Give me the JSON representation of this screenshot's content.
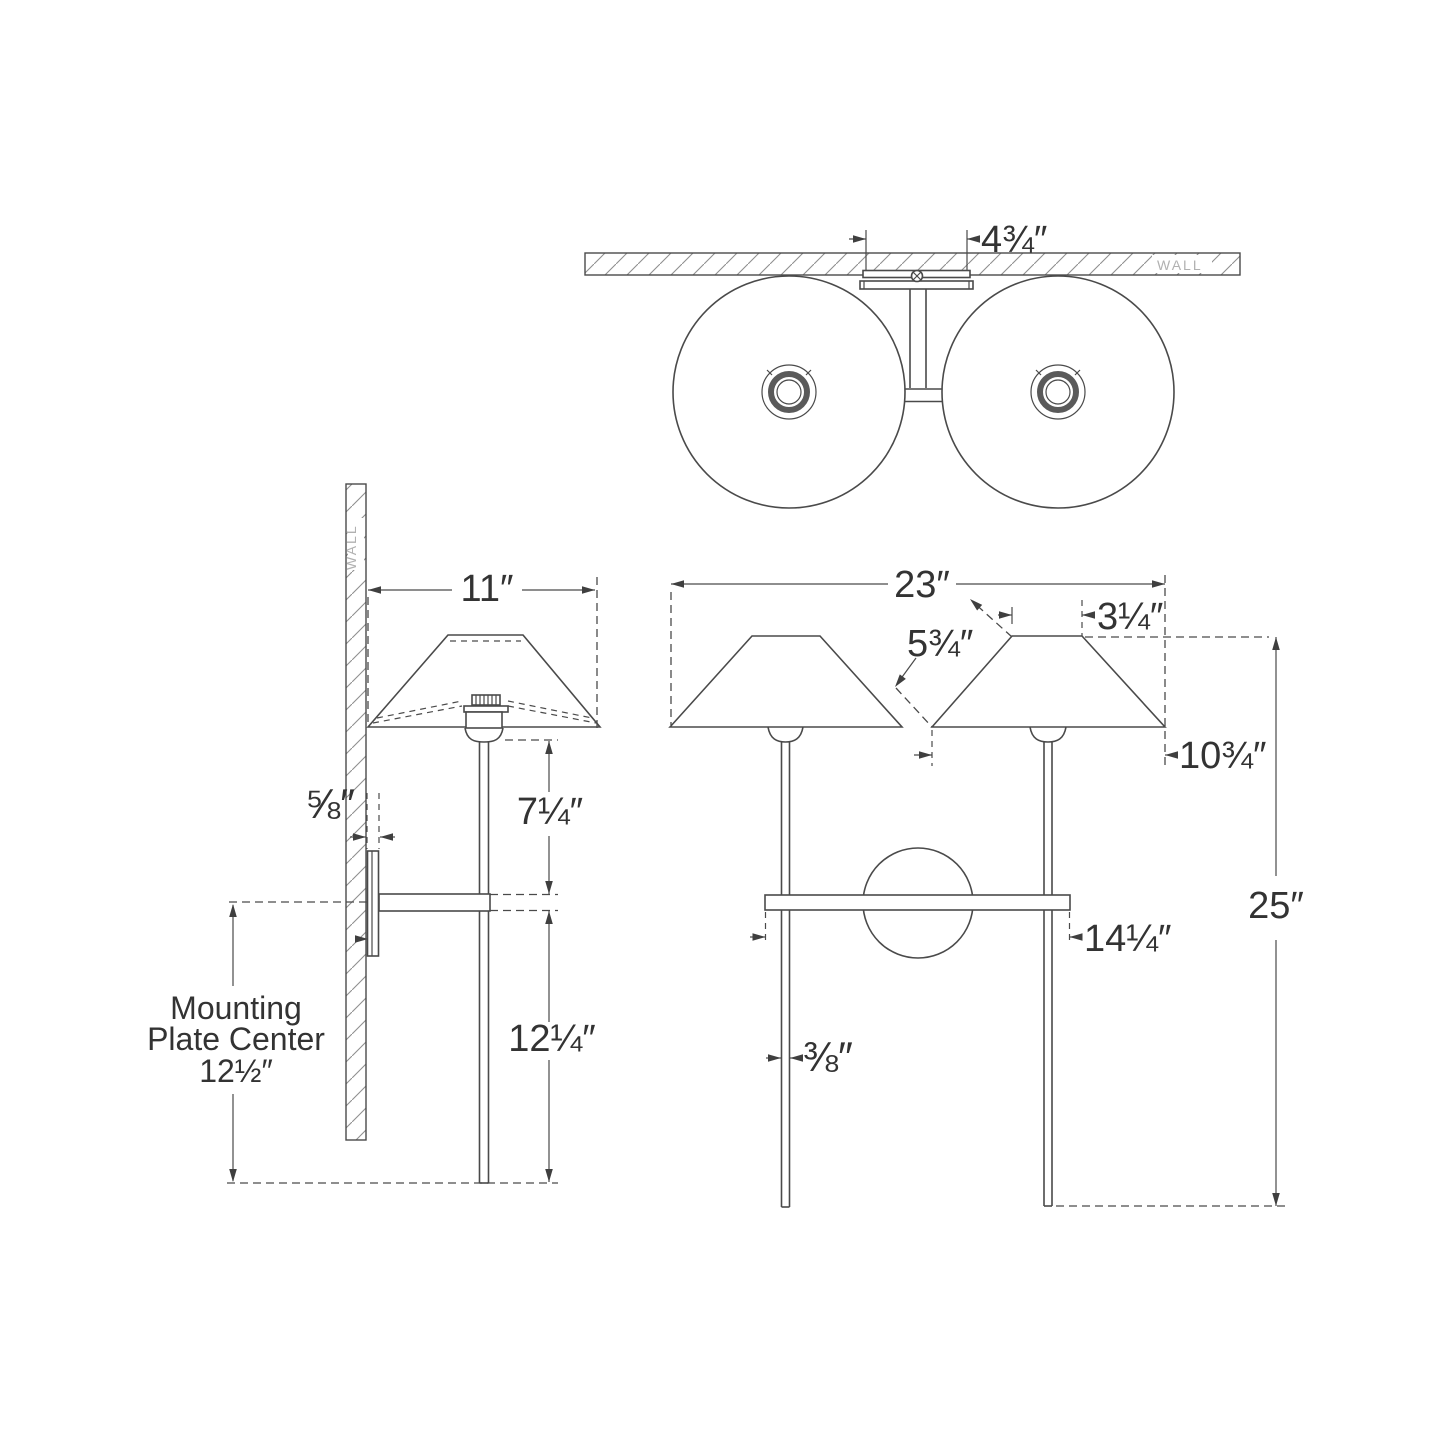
{
  "drawing": {
    "type": "wall sconce dimension drawing",
    "top_view": {
      "wall_label": "WALL",
      "backplate_width": "4¾″"
    },
    "side_view": {
      "wall_label": "WALL",
      "projection_depth": "11″",
      "backplate_depth": "⅝″",
      "shade_to_arm": "7¼″",
      "arm_to_bottom": "12¼″",
      "mounting_line1": "Mounting",
      "mounting_line2": "Plate Center",
      "mounting_value": "12½″"
    },
    "front_view": {
      "overall_width": "23″",
      "shade_slant_height": "5¾″",
      "shade_top_width": "3¼″",
      "shade_bottom_width": "10¾″",
      "arm_length": "14¼″",
      "stem_diameter": "⅜″",
      "overall_height": "25″"
    }
  },
  "colors": {
    "background": "#ffffff",
    "line": "#4a4a4a",
    "text": "#333333",
    "wall_text": "#b1b1b1"
  }
}
